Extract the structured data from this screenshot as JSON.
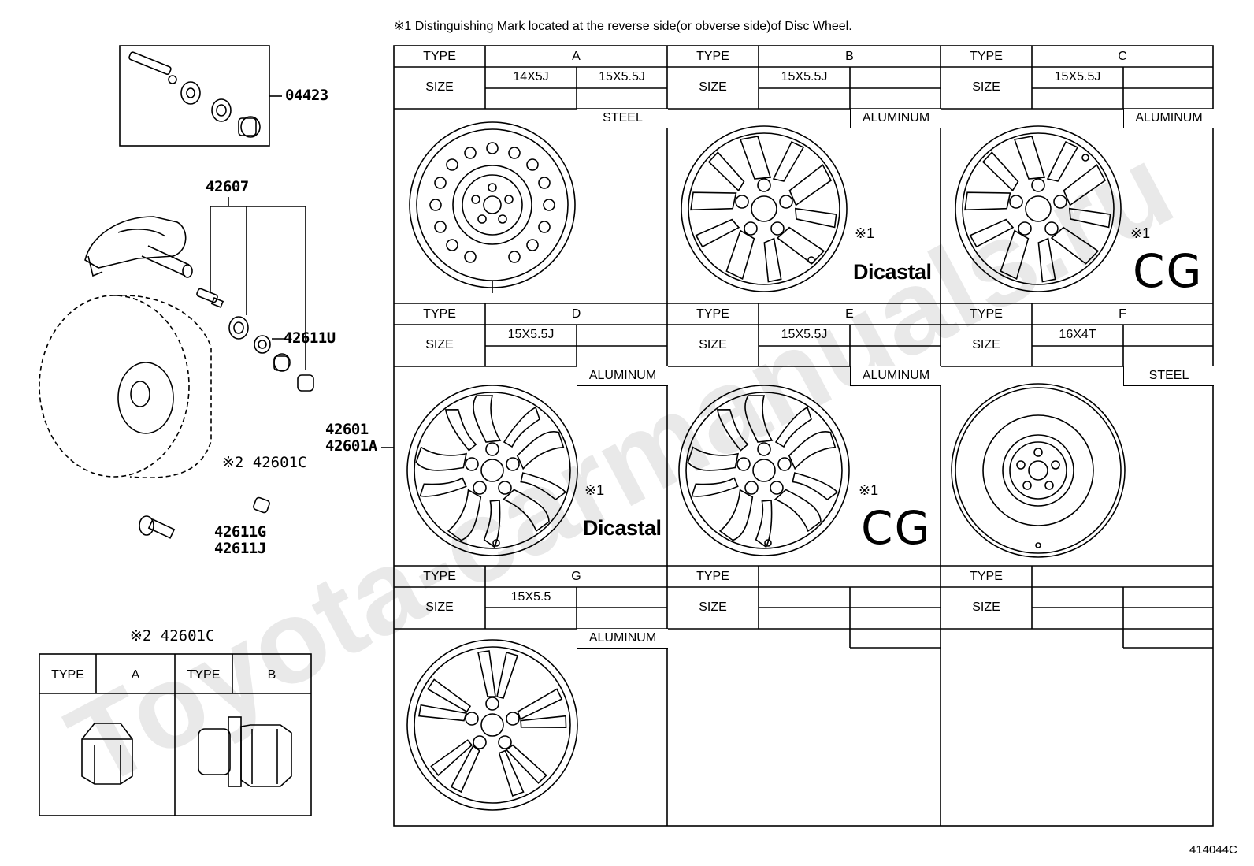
{
  "note": "※1 Distinguishing Mark located at the reverse side(or obverse side)of Disc Wheel.",
  "watermark": "Toyota-carmanuals.ru",
  "diagram_id": "414044C",
  "parts": {
    "valve_kit": "04423",
    "tpms_sensor": "42607",
    "valve_cap": "42611U",
    "wheel": [
      "42601",
      "42601A"
    ],
    "nut_ref": "※2 42601C",
    "valve": [
      "42611G",
      "42611J"
    ],
    "nut_table_ref": "※2 42601C"
  },
  "labels": {
    "type": "TYPE",
    "size": "SIZE",
    "mark1": "※1"
  },
  "wheel_types": [
    {
      "type": "A",
      "sizes": [
        "14X5J",
        "15X5.5J"
      ],
      "material": "STEEL",
      "brand": ""
    },
    {
      "type": "B",
      "sizes": [
        "15X5.5J"
      ],
      "material": "ALUMINUM",
      "brand": "Dicastal"
    },
    {
      "type": "C",
      "sizes": [
        "15X5.5J"
      ],
      "material": "ALUMINUM",
      "brand": "CG"
    },
    {
      "type": "D",
      "sizes": [
        "15X5.5J"
      ],
      "material": "ALUMINUM",
      "brand": "Dicastal"
    },
    {
      "type": "E",
      "sizes": [
        "15X5.5J"
      ],
      "material": "ALUMINUM",
      "brand": "CG"
    },
    {
      "type": "F",
      "sizes": [
        "16X4T"
      ],
      "material": "STEEL",
      "brand": ""
    },
    {
      "type": "G",
      "sizes": [
        "15X5.5"
      ],
      "material": "ALUMINUM",
      "brand": ""
    }
  ],
  "nut_types": [
    {
      "type": "A"
    },
    {
      "type": "B"
    }
  ]
}
